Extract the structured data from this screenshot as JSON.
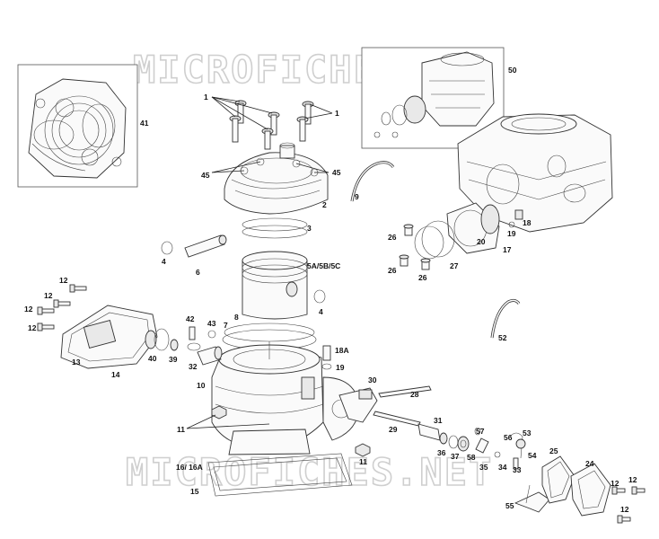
{
  "watermark": {
    "top": "MICROFICHES.NET",
    "bottom": "MICROFICHES.NET"
  },
  "callouts": [
    {
      "id": "c-1a",
      "text": "1"
    },
    {
      "id": "c-1b",
      "text": "1"
    },
    {
      "id": "c-41",
      "text": "41"
    },
    {
      "id": "c-50",
      "text": "50"
    },
    {
      "id": "c-45a",
      "text": "45"
    },
    {
      "id": "c-45b",
      "text": "45"
    },
    {
      "id": "c-2",
      "text": "2"
    },
    {
      "id": "c-9",
      "text": "9"
    },
    {
      "id": "c-3",
      "text": "3"
    },
    {
      "id": "c-4a",
      "text": "4"
    },
    {
      "id": "c-6",
      "text": "6"
    },
    {
      "id": "c-5",
      "text": "5A/5B/5C"
    },
    {
      "id": "c-4b",
      "text": "4"
    },
    {
      "id": "c-26a",
      "text": "26"
    },
    {
      "id": "c-26b",
      "text": "26"
    },
    {
      "id": "c-26c",
      "text": "26"
    },
    {
      "id": "c-27",
      "text": "27"
    },
    {
      "id": "c-20",
      "text": "20"
    },
    {
      "id": "c-17",
      "text": "17"
    },
    {
      "id": "c-19a",
      "text": "19"
    },
    {
      "id": "c-18",
      "text": "18"
    },
    {
      "id": "c-52",
      "text": "52"
    },
    {
      "id": "c-12a",
      "text": "12"
    },
    {
      "id": "c-12b",
      "text": "12"
    },
    {
      "id": "c-12c",
      "text": "12"
    },
    {
      "id": "c-12d",
      "text": "12"
    },
    {
      "id": "c-13",
      "text": "13"
    },
    {
      "id": "c-14",
      "text": "14"
    },
    {
      "id": "c-40",
      "text": "40"
    },
    {
      "id": "c-39",
      "text": "39"
    },
    {
      "id": "c-42",
      "text": "42"
    },
    {
      "id": "c-43",
      "text": "43"
    },
    {
      "id": "c-7",
      "text": "7"
    },
    {
      "id": "c-8",
      "text": "8"
    },
    {
      "id": "c-32",
      "text": "32"
    },
    {
      "id": "c-18a",
      "text": "18A"
    },
    {
      "id": "c-19b",
      "text": "19"
    },
    {
      "id": "c-10",
      "text": "10"
    },
    {
      "id": "c-30",
      "text": "30"
    },
    {
      "id": "c-28",
      "text": "28"
    },
    {
      "id": "c-11a",
      "text": "11"
    },
    {
      "id": "c-11b",
      "text": "11"
    },
    {
      "id": "c-29",
      "text": "29"
    },
    {
      "id": "c-31",
      "text": "31"
    },
    {
      "id": "c-36",
      "text": "36"
    },
    {
      "id": "c-37",
      "text": "37"
    },
    {
      "id": "c-58",
      "text": "58"
    },
    {
      "id": "c-57",
      "text": "57"
    },
    {
      "id": "c-35",
      "text": "35"
    },
    {
      "id": "c-34",
      "text": "34"
    },
    {
      "id": "c-56",
      "text": "56"
    },
    {
      "id": "c-53",
      "text": "53"
    },
    {
      "id": "c-54",
      "text": "54"
    },
    {
      "id": "c-33",
      "text": "33"
    },
    {
      "id": "c-25",
      "text": "25"
    },
    {
      "id": "c-24",
      "text": "24"
    },
    {
      "id": "c-12e",
      "text": "12"
    },
    {
      "id": "c-12f",
      "text": "12"
    },
    {
      "id": "c-12g",
      "text": "12"
    },
    {
      "id": "c-16",
      "text": "16/ 16A"
    },
    {
      "id": "c-15",
      "text": "15"
    },
    {
      "id": "c-55",
      "text": "55"
    }
  ],
  "colors": {
    "stroke": "#333333",
    "label": "#111111",
    "watermark": "#cfcfcf",
    "background": "#ffffff"
  }
}
